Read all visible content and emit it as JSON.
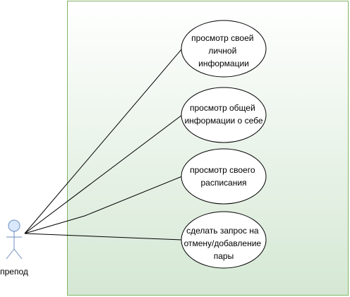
{
  "diagram": {
    "type": "use-case",
    "actor": {
      "label": "препод"
    },
    "use_cases": [
      {
        "lines": [
          "просмотр своей",
          "личной",
          "информации"
        ]
      },
      {
        "lines": [
          "просмотр общей",
          "информации о себе"
        ]
      },
      {
        "lines": [
          "просмотр своего",
          "расписания"
        ]
      },
      {
        "lines": [
          "сделать  запрос на",
          "отмену/добавление",
          "пары"
        ]
      }
    ],
    "colors": {
      "boundary_stroke": "#82b366",
      "boundary_fill_top": "#ffffff",
      "boundary_fill_bottom": "#d5e8d4",
      "actor_fill": "#dae8fc",
      "actor_stroke": "#6c8ebf",
      "line": "#000000"
    }
  }
}
